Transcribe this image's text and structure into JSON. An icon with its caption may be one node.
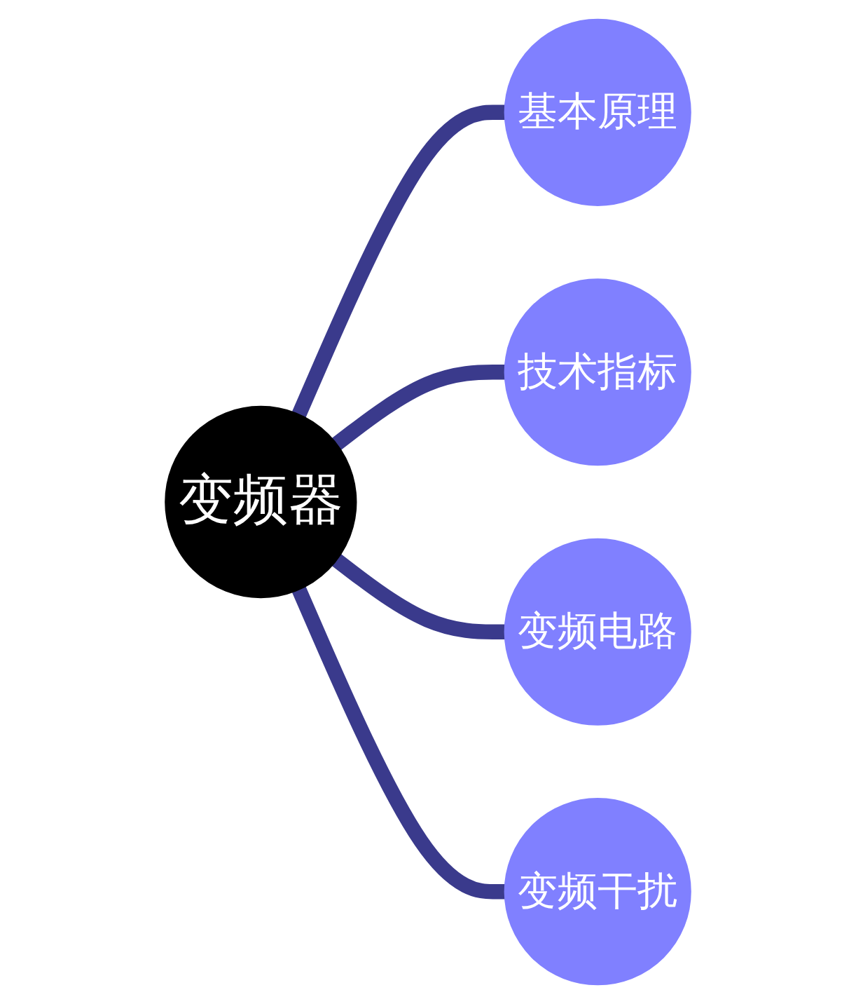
{
  "diagram": {
    "nodes": [
      {
        "text": [
          "变频器"
        ]
      },
      {
        "text": [
          "基本原理"
        ]
      },
      {
        "text": [
          "技术指标"
        ]
      },
      {
        "text": [
          "变频电路"
        ]
      },
      {
        "text": [
          "变频干扰"
        ]
      }
    ],
    "edges": [
      {
        "from": 0,
        "to": 1,
        "arrow": "none"
      },
      {
        "from": 0,
        "to": 2,
        "arrow": "none"
      },
      {
        "from": 0,
        "to": 3,
        "arrow": "none"
      },
      {
        "from": 0,
        "to": 4,
        "arrow": "none"
      }
    ]
  }
}
